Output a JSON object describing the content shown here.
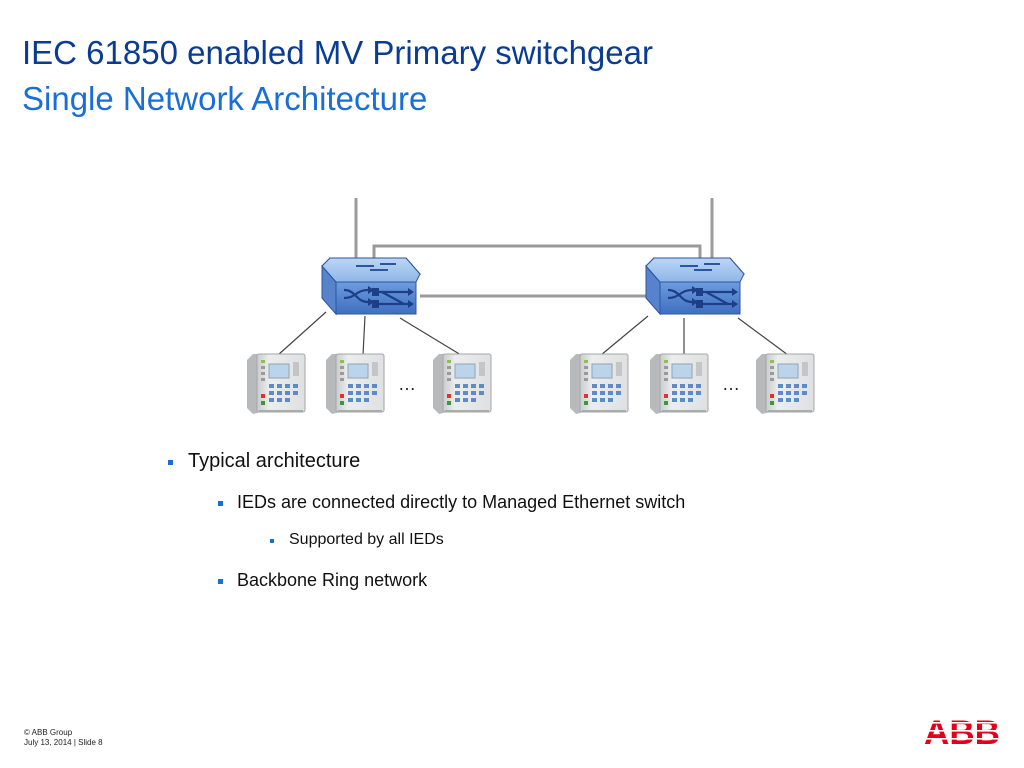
{
  "slide": {
    "title": "IEC 61850 enabled MV Primary switchgear",
    "subtitle": "Single Network Architecture"
  },
  "diagram": {
    "ellipsis_left": "…",
    "ellipsis_right": "…",
    "switch_color": "#4a7fd0",
    "ring_color": "#9b9b9b"
  },
  "bullets": {
    "level1": "Typical architecture",
    "level2a": "IEDs are connected directly to Managed Ethernet switch",
    "level3": "Supported by all IEDs",
    "level2b": "Backbone Ring network"
  },
  "footer": {
    "copyright": "© ABB Group",
    "date_slide": "July 13, 2014 | Slide 8"
  },
  "logo": {
    "text": "ABB",
    "color": "#e2001a"
  }
}
